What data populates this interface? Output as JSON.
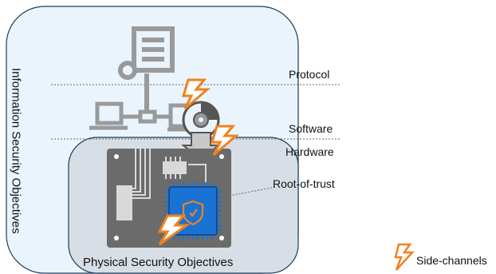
{
  "info_security_label": "Information Security Objectives",
  "physical_security_label": "Physical Security Objectives",
  "layers": {
    "protocol": "Protocol",
    "software": "Software",
    "hardware": "Hardware"
  },
  "root_of_trust_label": "Root-of-trust",
  "legend": {
    "side_channels": "Side-channels"
  },
  "colors": {
    "info_region_fill": "#eaf4fc",
    "physical_region_fill": "#d8dee6",
    "board_fill": "#6b6b6b",
    "chip_fill": "#1a73d4",
    "icon_gray": "#9a9a9a",
    "lightning_orange": "#f0821e",
    "dashed_line": "#666666"
  },
  "icons": [
    "document-server-icon",
    "laptop-icon",
    "monitor-icon",
    "cd-disc-icon",
    "circuit-board-icon",
    "chip-shield-icon",
    "lightning-icon"
  ]
}
